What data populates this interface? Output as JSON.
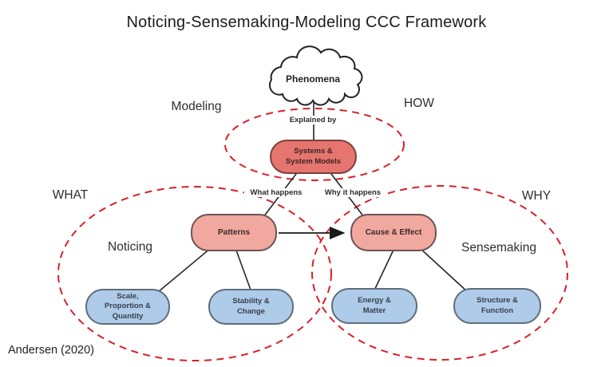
{
  "title": "Noticing-Sensemaking-Modeling CCC Framework",
  "citation": "Andersen (2020)",
  "regions": {
    "modeling": {
      "label": "Modeling",
      "question": "HOW"
    },
    "noticing": {
      "label": "Noticing",
      "question": "WHAT"
    },
    "sensemaking": {
      "label": "Sensemaking",
      "question": "WHY"
    }
  },
  "nodes": {
    "phenomena": {
      "label": "Phenomena"
    },
    "systems": {
      "label": "Systems &\nSystem Models"
    },
    "patterns": {
      "label": "Patterns"
    },
    "cause_effect": {
      "label": "Cause & Effect"
    },
    "scale": {
      "label": "Scale,\nProportion &\nQuantity"
    },
    "stability": {
      "label": "Stability &\nChange"
    },
    "energy": {
      "label": "Energy &\nMatter"
    },
    "structure": {
      "label": "Structure &\nFunction"
    }
  },
  "edges": {
    "explained_by": "Explained by",
    "what_happens": "What happens",
    "why_it_happens": "Why it happens"
  },
  "colors": {
    "dashed_ellipse": "#d5222a",
    "model_node_fill": "#e5756e",
    "concept_node_fill": "#f1a89f",
    "crosscutting_node_fill": "#aecbe9",
    "connector_line": "#262626"
  }
}
